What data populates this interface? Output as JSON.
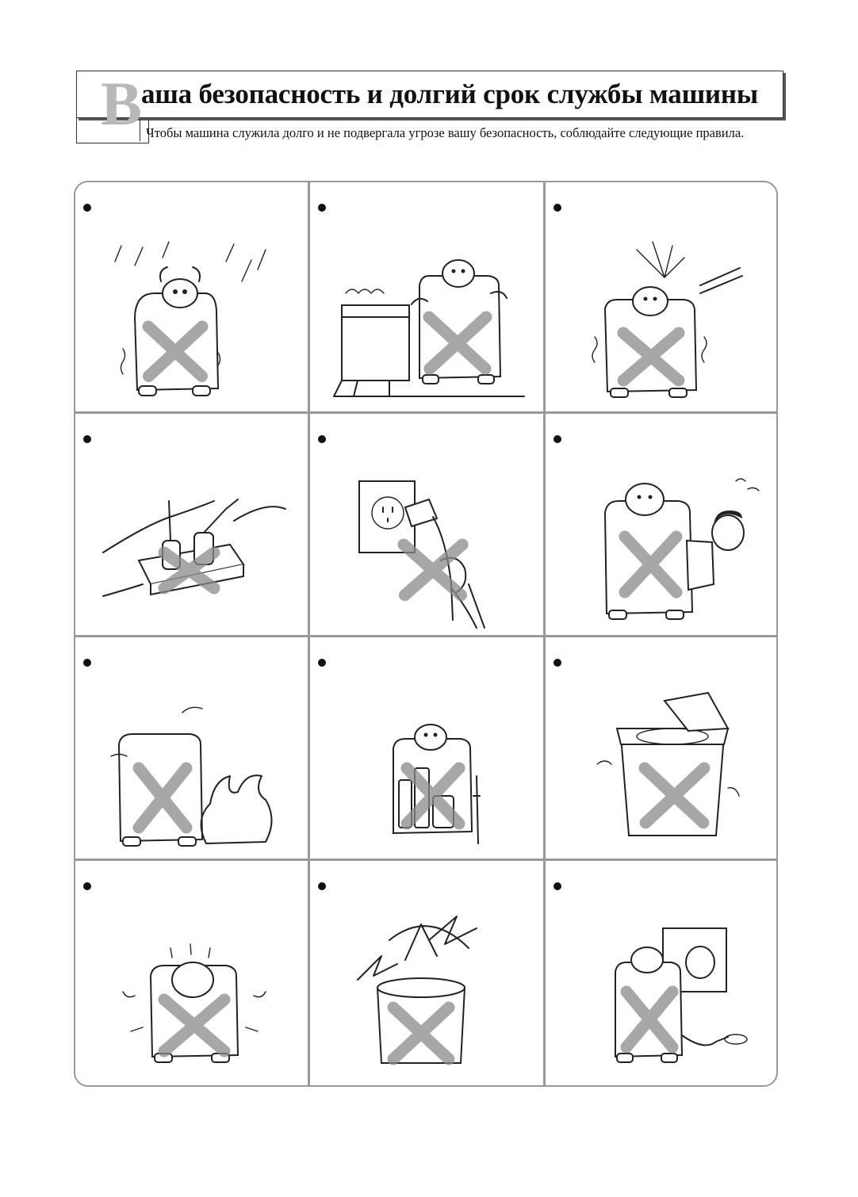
{
  "header": {
    "initial": "В",
    "title": "аша безопасность и долгий срок службы машины",
    "subtitle": "Чтобы машина служила долго и не подвергала угрозе вашу безопасность, соблюдайте следующие правила."
  },
  "panels": [
    {
      "id": 1,
      "icon": "machine-in-rain"
    },
    {
      "id": 2,
      "icon": "machine-near-bathtub-water"
    },
    {
      "id": 3,
      "icon": "water-hose-spraying-machine"
    },
    {
      "id": 4,
      "icon": "overloaded-power-strip"
    },
    {
      "id": 5,
      "icon": "pulling-plug-by-cord"
    },
    {
      "id": 6,
      "icon": "child-climbing-machine"
    },
    {
      "id": 7,
      "icon": "machine-near-fire"
    },
    {
      "id": 8,
      "icon": "flammable-bottles-near-machine"
    },
    {
      "id": 9,
      "icon": "open-lid-during-operation"
    },
    {
      "id": 10,
      "icon": "machine-vibrating"
    },
    {
      "id": 11,
      "icon": "machine-overloaded-lightning"
    },
    {
      "id": 12,
      "icon": "drain-hose-to-floor-drain"
    }
  ]
}
